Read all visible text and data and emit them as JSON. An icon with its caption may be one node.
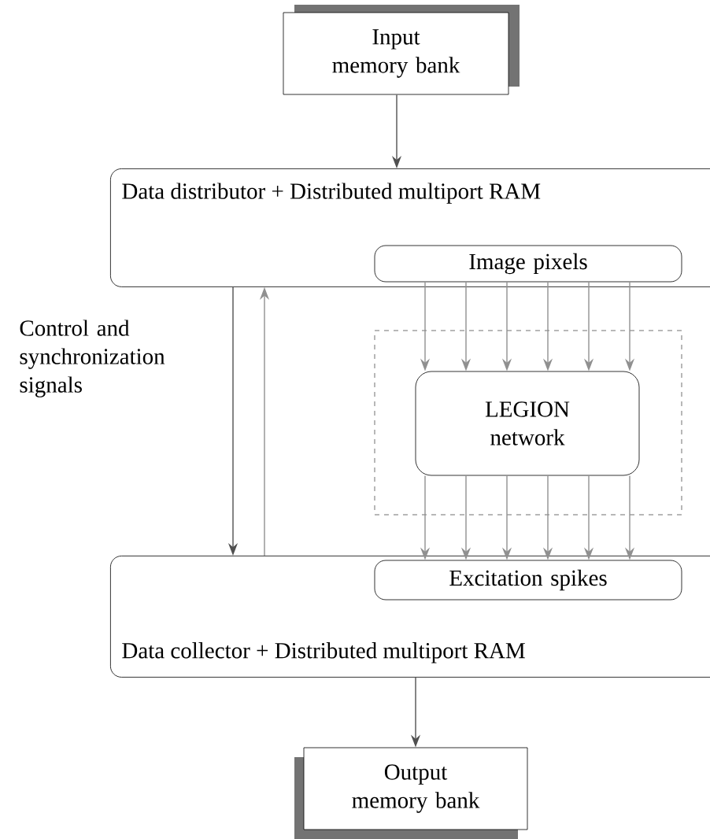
{
  "diagram": {
    "nodes": [
      {
        "text": [
          "Input memory bank"
        ]
      },
      {
        "text": [
          "Data distributor + Distributed multiport RAM"
        ]
      },
      {
        "text": [
          "Image pixels"
        ],
        "in": 1
      },
      {
        "text": [],
        "shape": "box"
      },
      {
        "text": [
          "LEGION network"
        ],
        "in": 3
      },
      {
        "text": [
          "Data collector + Distributed multiport RAM"
        ]
      },
      {
        "text": [
          "Excitation spikes"
        ],
        "in": 5
      },
      {
        "text": [
          "Output memory bank"
        ]
      }
    ],
    "edges": [
      {
        "from": 0,
        "to": 1,
        "arrow": "to",
        "color": "#505050"
      },
      {
        "from": 1,
        "to": 5,
        "arrow": "to",
        "color": "#505050"
      },
      {
        "from": 5,
        "to": 1,
        "arrow": "to"
      },
      {
        "from": 2,
        "to": 4,
        "arrow": "to"
      },
      {
        "from": 2,
        "to": 4,
        "arrow": "to"
      },
      {
        "from": 2,
        "to": 4,
        "arrow": "to"
      },
      {
        "from": 2,
        "to": 4,
        "arrow": "to"
      },
      {
        "from": 2,
        "to": 4,
        "arrow": "to"
      },
      {
        "from": 2,
        "to": 4,
        "arrow": "to"
      },
      {
        "from": 4,
        "to": 6,
        "arrow": "to"
      },
      {
        "from": 4,
        "to": 6,
        "arrow": "to"
      },
      {
        "from": 4,
        "to": 6,
        "arrow": "to"
      },
      {
        "from": 4,
        "to": 6,
        "arrow": "to"
      },
      {
        "from": 4,
        "to": 6,
        "arrow": "to"
      },
      {
        "from": 4,
        "to": 6,
        "arrow": "to"
      },
      {
        "from": 5,
        "to": 7,
        "arrow": "to",
        "color": "#505050"
      }
    ],
    "labels": [
      "Control and synchronization signals"
    ]
  }
}
